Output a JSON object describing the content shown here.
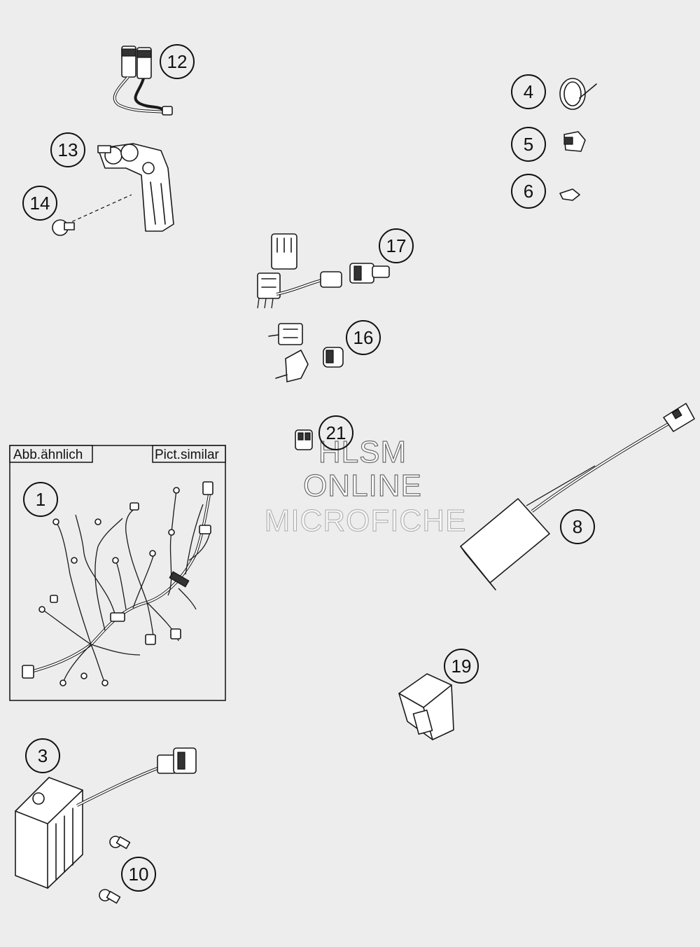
{
  "callouts": [
    {
      "id": "c1",
      "label": "1"
    },
    {
      "id": "c3",
      "label": "3"
    },
    {
      "id": "c4",
      "label": "4"
    },
    {
      "id": "c5",
      "label": "5"
    },
    {
      "id": "c6",
      "label": "6"
    },
    {
      "id": "c8",
      "label": "8"
    },
    {
      "id": "c10",
      "label": "10"
    },
    {
      "id": "c12",
      "label": "12"
    },
    {
      "id": "c13",
      "label": "13"
    },
    {
      "id": "c14",
      "label": "14"
    },
    {
      "id": "c16",
      "label": "16"
    },
    {
      "id": "c17",
      "label": "17"
    },
    {
      "id": "c19",
      "label": "19"
    },
    {
      "id": "c21",
      "label": "21"
    }
  ],
  "harness_box": {
    "label_left": "Abb.ähnlich",
    "label_right": "Pict.similar"
  },
  "watermark": {
    "line1": "HLSM",
    "line2": "ONLINE",
    "line3": "MICROFICHE"
  }
}
